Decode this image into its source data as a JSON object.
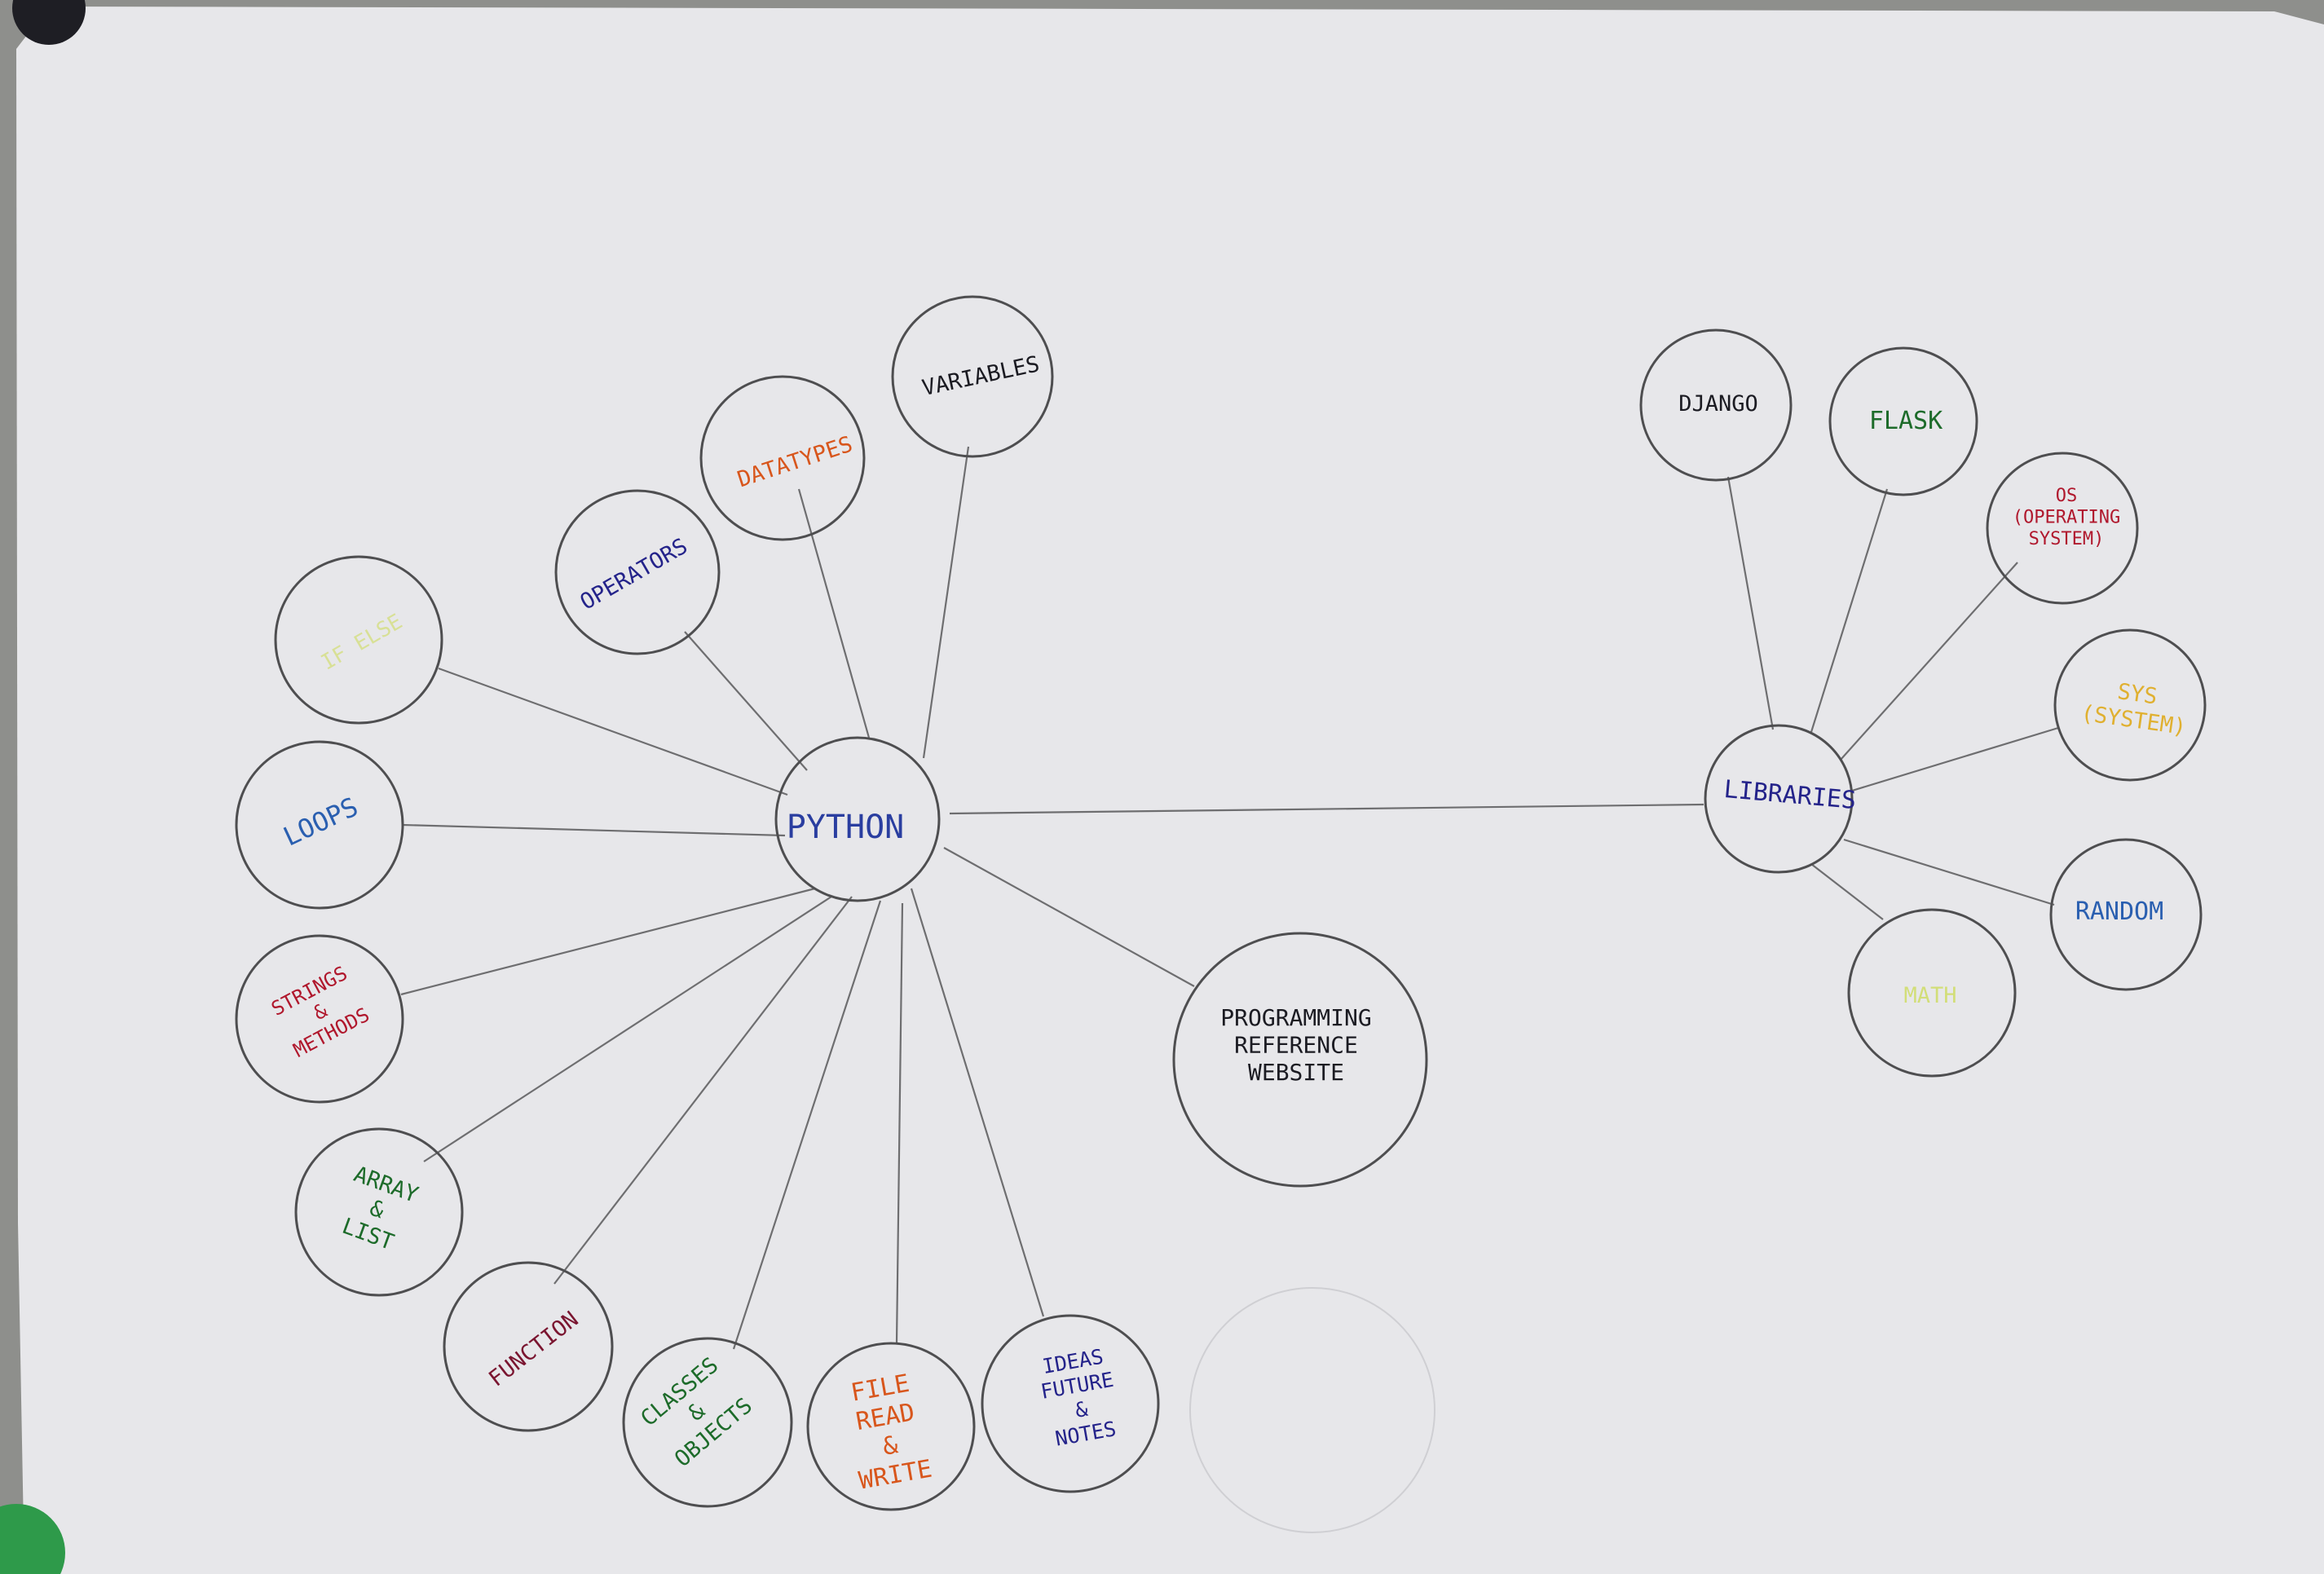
{
  "colors": {
    "paper": "#e7e7ea",
    "line": "#6e6e70",
    "circle": "#4e4e50",
    "black": "#1b1b22",
    "blue": "#2a5fb0",
    "navy": "#24238a",
    "red": "#b0182d",
    "orange": "#d8561c",
    "green": "#1d6b2a",
    "yellow": "#e0b030",
    "lime": "#ccdb52",
    "maroon": "#7a1530"
  },
  "hubs": {
    "python": {
      "label": "PYTHON"
    },
    "libraries": {
      "label": "LIBRARIES"
    }
  },
  "topics": [
    {
      "id": "variables",
      "lines": [
        "VARIABLES"
      ],
      "color": "black"
    },
    {
      "id": "datatypes",
      "lines": [
        "DATATYPES"
      ],
      "color": "orange"
    },
    {
      "id": "operators",
      "lines": [
        "OPERATORS"
      ],
      "color": "navy"
    },
    {
      "id": "faded-top",
      "lines": [
        "IF ELSE"
      ],
      "color": "lime"
    },
    {
      "id": "loops",
      "lines": [
        "LOOPS"
      ],
      "color": "blue"
    },
    {
      "id": "strings",
      "lines": [
        "STRINGS",
        "&",
        "METHODS"
      ],
      "color": "red"
    },
    {
      "id": "array",
      "lines": [
        "ARRAY",
        "&",
        "LIST"
      ],
      "color": "green"
    },
    {
      "id": "function",
      "lines": [
        "FUNCTION"
      ],
      "color": "maroon"
    },
    {
      "id": "classes",
      "lines": [
        "CLASSES",
        "&",
        "OBJECTS"
      ],
      "color": "green"
    },
    {
      "id": "file",
      "lines": [
        "FILE",
        "READ",
        "&",
        "WRITE"
      ],
      "color": "orange"
    },
    {
      "id": "notes",
      "lines": [
        "IDEAS",
        "FUTURE",
        "&",
        "NOTES"
      ],
      "color": "navy"
    },
    {
      "id": "reference",
      "lines": [
        "PROGRAMMING",
        "REFERENCE",
        "WEBSITE"
      ],
      "color": "black"
    }
  ],
  "libraries": [
    {
      "id": "django",
      "lines": [
        "DJANGO"
      ],
      "color": "black"
    },
    {
      "id": "flask",
      "lines": [
        "FLASK"
      ],
      "color": "green"
    },
    {
      "id": "os",
      "lines": [
        "OS",
        "(OPERATING",
        "SYSTEM)"
      ],
      "color": "red"
    },
    {
      "id": "sys",
      "lines": [
        "SYS",
        "(SYSTEM)"
      ],
      "color": "yellow"
    },
    {
      "id": "random",
      "lines": [
        "RANDOM"
      ],
      "color": "blue"
    },
    {
      "id": "math",
      "lines": [
        "MATH"
      ],
      "color": "lime"
    }
  ]
}
